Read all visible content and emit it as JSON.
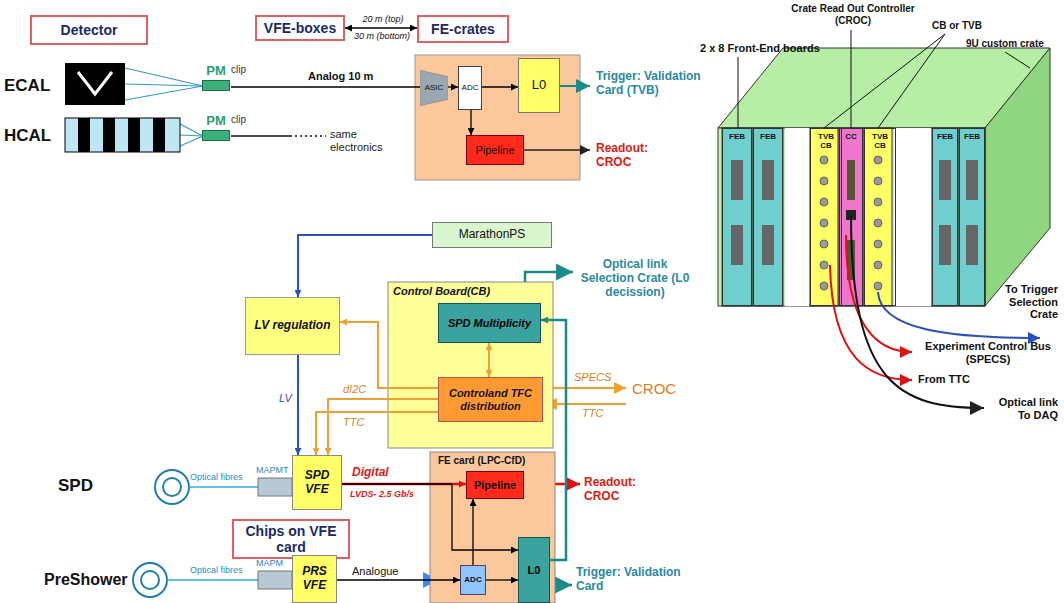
{
  "diagram": {
    "nodes": [
      {
        "text": [
          "Detector"
        ]
      },
      {
        "text": [
          "VFE-boxes"
        ]
      },
      {
        "text": [
          "FE-crates"
        ]
      },
      {
        "text": [
          "PM"
        ]
      },
      {
        "text": [
          "PM"
        ]
      },
      {
        "text": [
          "ASIC"
        ]
      },
      {
        "text": [
          "ADC"
        ]
      },
      {
        "text": [
          "L0"
        ]
      },
      {
        "text": [
          "Pipeline"
        ]
      },
      {
        "text": [
          "FEB"
        ]
      },
      {
        "text": [
          "FEB"
        ]
      },
      {
        "text": [
          "TVB CB"
        ]
      },
      {
        "text": [
          "CC"
        ]
      },
      {
        "text": [
          "TVB CB"
        ]
      },
      {
        "text": [
          "FEB"
        ]
      },
      {
        "text": [
          "FEB"
        ]
      },
      {
        "text": [
          "MarathonPS"
        ]
      },
      {
        "text": [
          "LV regulation"
        ]
      },
      {
        "text": [
          "Control Board(CB)"
        ]
      },
      {
        "text": [
          "SPD Multiplicity"
        ],
        "in": 18
      },
      {
        "text": [
          "Controland TFC distribution"
        ],
        "in": 18
      },
      {
        "text": [
          "SPD VFE"
        ]
      },
      {
        "text": [
          "FE card (LPC-CfD)"
        ]
      },
      {
        "text": [
          "Pipeline"
        ],
        "in": 22
      },
      {
        "text": [
          "ADC"
        ],
        "in": 22
      },
      {
        "text": [
          "L0"
        ],
        "in": 22
      },
      {
        "text": [
          "Chips on VFE card"
        ]
      },
      {
        "text": [
          "PRS VFE"
        ]
      }
    ],
    "edges": [
      {
        "from": 3,
        "to": 5,
        "arrow": "none",
        "label": "Analog 10 m"
      },
      {
        "from": 5,
        "to": 6,
        "arrow": "to"
      },
      {
        "from": 6,
        "to": 7,
        "arrow": "to"
      },
      {
        "from": 6,
        "to": 8,
        "arrow": "to"
      },
      {
        "from": 1,
        "to": 2,
        "arrow": "both"
      },
      {
        "from": 16,
        "to": 17,
        "arrow": "to"
      },
      {
        "from": 17,
        "to": 21,
        "arrow": "to",
        "label": "LV"
      },
      {
        "from": 20,
        "to": 17,
        "arrow": "to"
      },
      {
        "from": 20,
        "to": 21,
        "arrow": "to",
        "label": "dI2C"
      },
      {
        "from": 20,
        "to": 21,
        "arrow": "to",
        "label": "TTC"
      },
      {
        "from": 19,
        "to": 20,
        "arrow": "both"
      },
      {
        "from": 21,
        "to": 23,
        "arrow": "to",
        "label": "Digital"
      },
      {
        "from": 27,
        "to": 24,
        "arrow": "to",
        "label": "Analogue"
      },
      {
        "from": 24,
        "to": 23,
        "arrow": "to"
      },
      {
        "from": 24,
        "to": 25,
        "arrow": "to"
      },
      {
        "from": 21,
        "to": 25,
        "arrow": "to"
      },
      {
        "from": 25,
        "to": 19,
        "arrow": "to"
      }
    ],
    "labels": [
      "20 m (top)",
      "30 m (bottom)",
      "ECAL",
      "HCAL",
      "clip",
      "clip",
      "same electronics",
      "Trigger: Validation Card (TVB)",
      "Readout: CROC",
      "Crate Read Out Controller (CROC)",
      "CB or TVB",
      "2 x 8 Front-End boards",
      "9U custom crate",
      "To Trigger Selection Crate",
      "Experiment Control Bus (SPECS)",
      "From TTC",
      "Optical link To DAQ",
      "Optical link Selection Crate (L0 decission)",
      "SPECS",
      "TTC",
      "CROC",
      "SPD",
      "Optical fibres",
      "MAPMT",
      "LVDS- 2.5 Gb/s",
      "Readout: CROC",
      "PreShower",
      "Optical fibres",
      "MAPM",
      "Trigger: Validation Card"
    ]
  }
}
